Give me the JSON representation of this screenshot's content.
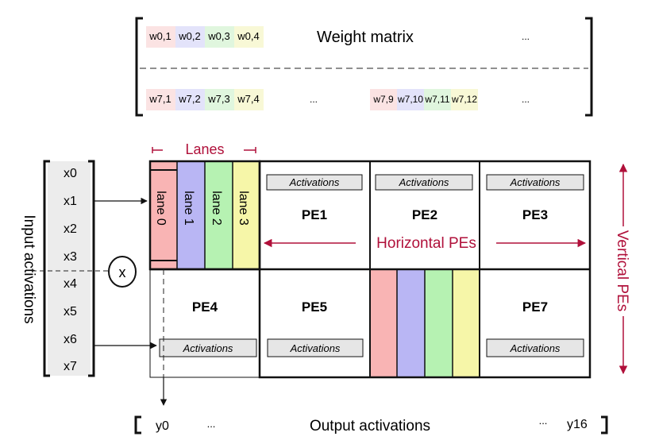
{
  "weight_matrix": {
    "title": "Weight matrix",
    "row0": [
      "w0,1",
      "w0,2",
      "w0,3",
      "w0,4"
    ],
    "row7_left": [
      "w7,1",
      "w7,2",
      "w7,3",
      "w7,4"
    ],
    "row7_right": [
      "w7,9",
      "w7,10",
      "w7,11",
      "w7,12"
    ],
    "ellipsis": "..."
  },
  "lanes": {
    "label": "Lanes",
    "names": [
      "lane 0",
      "lane 1",
      "lane 2",
      "lane 3"
    ]
  },
  "colors": {
    "lane0": "#f9b4b4",
    "lane1": "#b9b6f4",
    "lane2": "#b6f2b2",
    "lane3": "#f6f6a8",
    "lane0_light": "#fbe3e3",
    "lane1_light": "#e3e3fa",
    "lane2_light": "#e0f6de",
    "lane3_light": "#f8f8d6",
    "accent": "#b0103a",
    "activation_box": "#e6e6e6",
    "input_column": "#ececec"
  },
  "pes": {
    "pe1": "PE1",
    "pe2": "PE2",
    "pe3": "PE3",
    "pe4": "PE4",
    "pe5": "PE5",
    "pe7": "PE7",
    "activations": "Activations"
  },
  "horizontal_label": "Horizontal PEs",
  "vertical_label": "Vertical PEs",
  "input": {
    "label": "Input activations",
    "values": [
      "x0",
      "x1",
      "x2",
      "x3",
      "x4",
      "x5",
      "x6",
      "x7"
    ]
  },
  "multiply_symbol": "x",
  "output": {
    "label": "Output activations",
    "first": "y0",
    "last": "y16",
    "ellipsis": "..."
  }
}
